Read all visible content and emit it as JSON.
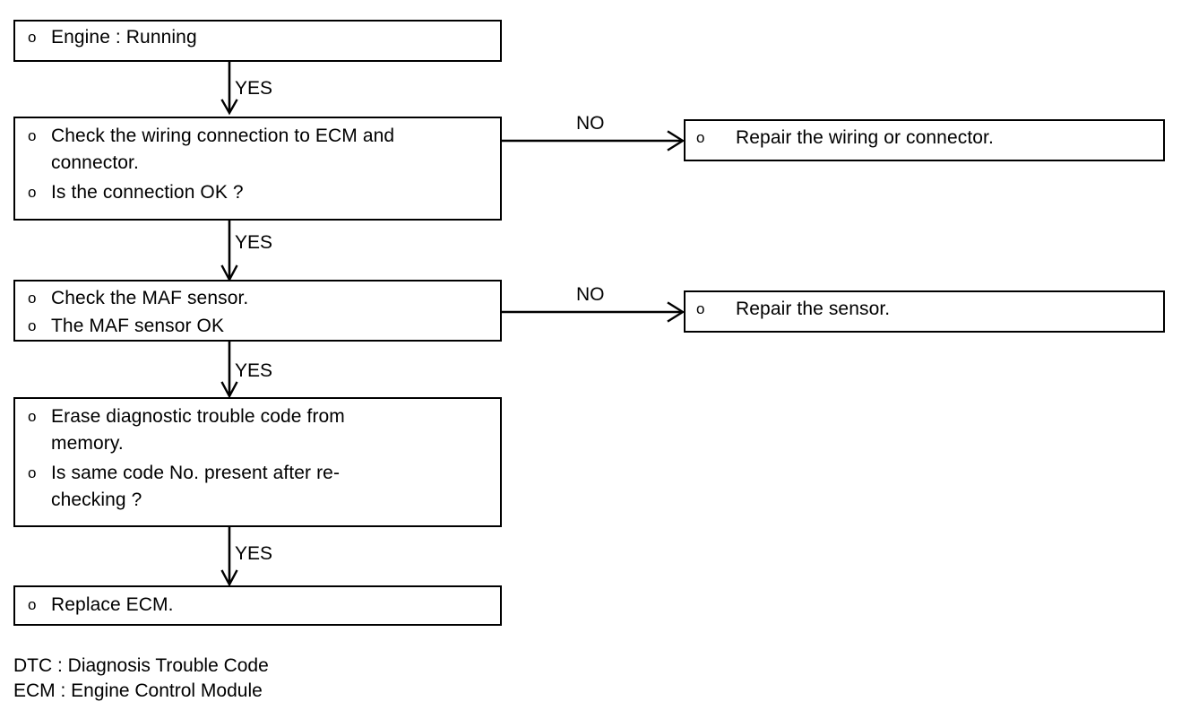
{
  "diagram": {
    "title_hidden": "",
    "bullet_glyph": "o",
    "line_color": "#000000",
    "box_fill": "#ffffff",
    "nodes": [
      {
        "id": "engine-running",
        "lines": [
          {
            "bullet": "o",
            "text": "Engine : Running",
            "cont": ""
          }
        ]
      },
      {
        "id": "check-wiring",
        "lines": [
          {
            "bullet": "o",
            "text": "Check the wiring connection to ECM and",
            "cont": "connector."
          },
          {
            "bullet": "o",
            "text": "Is the connection OK ?",
            "cont": ""
          }
        ]
      },
      {
        "id": "check-maf",
        "lines": [
          {
            "bullet": "o",
            "text": "Check the MAF sensor.",
            "cont": ""
          },
          {
            "bullet": "o",
            "text": "The MAF sensor OK",
            "cont": ""
          }
        ]
      },
      {
        "id": "erase-dtc",
        "lines": [
          {
            "bullet": "o",
            "text": "Erase diagnostic trouble code from",
            "cont": "memory."
          },
          {
            "bullet": "o",
            "text": "Is same code No. present after re-",
            "cont": "checking ?"
          }
        ]
      },
      {
        "id": "replace-ecm",
        "lines": [
          {
            "bullet": "o",
            "text": "Replace ECM.",
            "cont": ""
          }
        ]
      },
      {
        "id": "repair-wiring",
        "lines": [
          {
            "bullet": "o",
            "text": "Repair the wiring or connector.",
            "cont": ""
          }
        ]
      },
      {
        "id": "repair-sensor",
        "lines": [
          {
            "bullet": "o",
            "text": "Repair the sensor.",
            "cont": ""
          }
        ]
      }
    ],
    "edges": {
      "yes_1": "YES",
      "yes_2": "YES",
      "yes_3": "YES",
      "yes_4": "YES",
      "no_1": "NO",
      "no_2": "NO"
    },
    "legend": [
      "DTC : Diagnosis Trouble Code",
      "ECM : Engine Control Module"
    ]
  }
}
